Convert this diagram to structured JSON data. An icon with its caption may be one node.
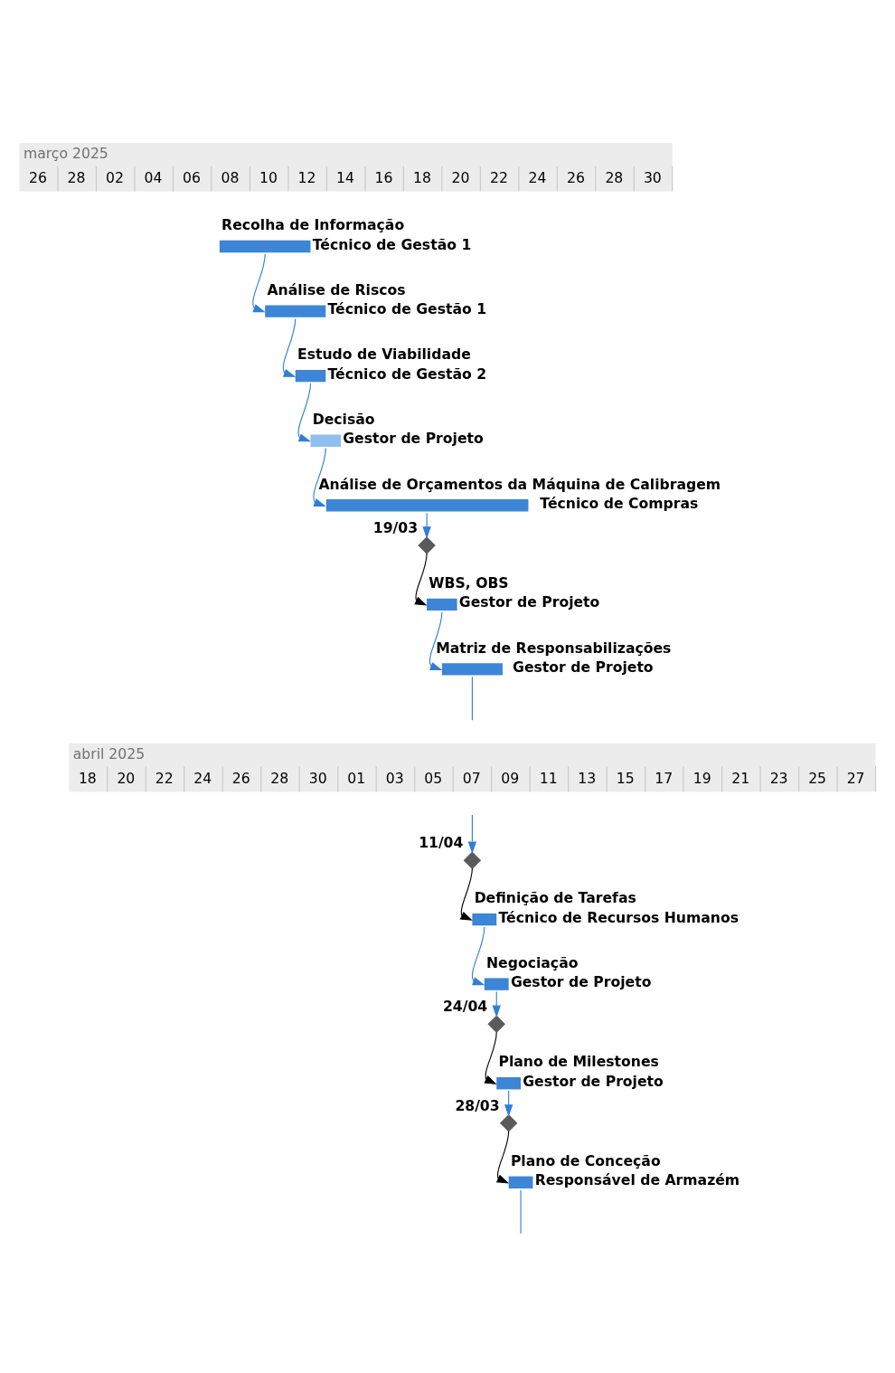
{
  "diagram": {
    "nodes": [
      {
        "text": [
          "Recolha de Informação"
        ],
        "beside": [
          "Técnico de Gestão 1"
        ]
      },
      {
        "text": [
          "Análise de Riscos"
        ],
        "beside": [
          "Técnico de Gestão 1"
        ]
      },
      {
        "text": [
          "Estudo de Viabilidade"
        ],
        "beside": [
          "Técnico de Gestão 2"
        ]
      },
      {
        "text": [
          "Decisão"
        ],
        "beside": [
          "Gestor de Projeto"
        ]
      },
      {
        "text": [
          "Análise de Orçamentos da Máquina de Calibragem"
        ],
        "beside": [
          "Técnico de Compras"
        ]
      },
      {
        "text": [],
        "shape": "diamond",
        "beside": [
          "19/03"
        ]
      },
      {
        "text": [
          "WBS, OBS"
        ],
        "beside": [
          "Gestor de Projeto"
        ]
      },
      {
        "text": [
          "Matriz de Responsabilizações"
        ],
        "beside": [
          "Gestor de Projeto"
        ]
      },
      {
        "text": [],
        "shape": "diamond",
        "beside": [
          "11/04"
        ]
      },
      {
        "text": [
          "Definição de Tarefas"
        ],
        "beside": [
          "Técnico de Recursos Humanos"
        ]
      },
      {
        "text": [
          "Negociação"
        ],
        "beside": [
          "Gestor de Projeto"
        ]
      },
      {
        "text": [],
        "shape": "diamond",
        "beside": [
          "24/04"
        ]
      },
      {
        "text": [
          "Plano de Milestones"
        ],
        "beside": [
          "Gestor de Projeto"
        ]
      },
      {
        "text": [],
        "shape": "diamond",
        "beside": [
          "28/03"
        ]
      },
      {
        "text": [
          "Plano de Conceção"
        ],
        "beside": [
          "Responsável de Armazém"
        ]
      }
    ],
    "edges": [
      {
        "from": 0,
        "to": 1,
        "arrow": "to"
      },
      {
        "from": 1,
        "to": 2,
        "arrow": "to"
      },
      {
        "from": 2,
        "to": 3,
        "arrow": "to"
      },
      {
        "from": 3,
        "to": 4,
        "arrow": "to"
      },
      {
        "from": 4,
        "to": 5,
        "arrow": "to"
      },
      {
        "from": 5,
        "to": 6,
        "arrow": "to",
        "color": "#000000"
      },
      {
        "from": 6,
        "to": 7,
        "arrow": "to"
      },
      {
        "from": 7,
        "to": null,
        "arrow": "none"
      },
      {
        "from": null,
        "to": 8,
        "arrow": "to"
      },
      {
        "from": 8,
        "to": 9,
        "arrow": "to",
        "color": "#000000"
      },
      {
        "from": 9,
        "to": 10,
        "arrow": "to"
      },
      {
        "from": 10,
        "to": 11,
        "arrow": "to"
      },
      {
        "from": 11,
        "to": 12,
        "arrow": "to",
        "color": "#000000"
      },
      {
        "from": 12,
        "to": 13,
        "arrow": "to"
      },
      {
        "from": 13,
        "to": 14,
        "arrow": "to",
        "color": "#000000"
      },
      {
        "from": 14,
        "to": null,
        "arrow": "none"
      }
    ],
    "labels": [
      "março 2025",
      "26",
      "28",
      "02",
      "04",
      "06",
      "08",
      "10",
      "12",
      "14",
      "16",
      "18",
      "20",
      "22",
      "24",
      "26",
      "28",
      "30",
      "abril 2025",
      "18",
      "20",
      "22",
      "24",
      "26",
      "28",
      "30",
      "01",
      "03",
      "05",
      "07",
      "09",
      "11",
      "13",
      "15",
      "17",
      "19",
      "21",
      "23",
      "25",
      "27"
    ]
  }
}
